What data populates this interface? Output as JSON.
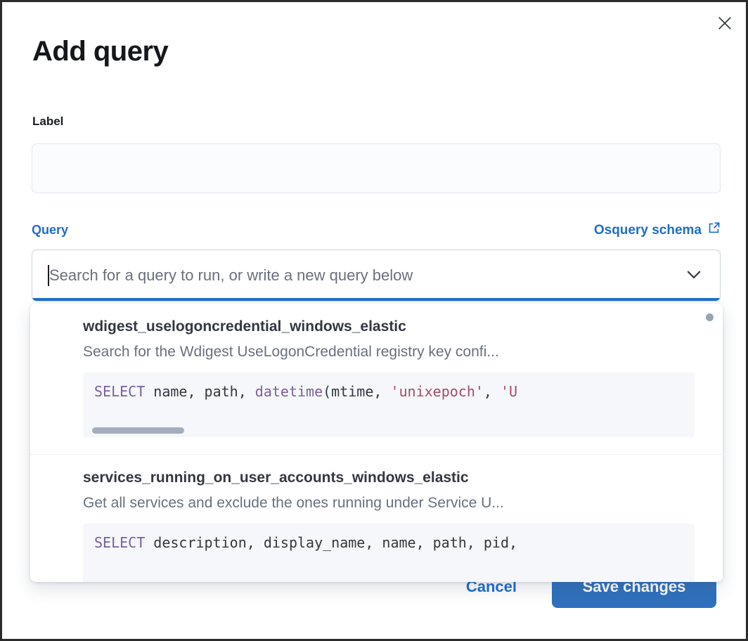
{
  "modal": {
    "title": "Add query"
  },
  "form": {
    "label_field": {
      "label": "Label",
      "value": ""
    },
    "query_field": {
      "label": "Query",
      "schema_link_label": "Osquery schema",
      "placeholder": "Search for a query to run, or write a new query below"
    }
  },
  "dropdown": {
    "options": [
      {
        "title": "wdigest_uselogoncredential_windows_elastic",
        "description": "Search for the Wdigest UseLogonCredential registry key confi...",
        "code_tokens": [
          {
            "type": "keyword",
            "text": "SELECT"
          },
          {
            "type": "plain",
            "text": " name, path, "
          },
          {
            "type": "keyword",
            "text": "datetime"
          },
          {
            "type": "plain",
            "text": "(mtime, "
          },
          {
            "type": "string",
            "text": "'unixepoch'"
          },
          {
            "type": "plain",
            "text": ", "
          },
          {
            "type": "string",
            "text": "'U"
          }
        ],
        "has_hscrollbar": true
      },
      {
        "title": "services_running_on_user_accounts_windows_elastic",
        "description": "Get all services and exclude the ones running under Service U...",
        "code_tokens": [
          {
            "type": "keyword",
            "text": "SELECT"
          },
          {
            "type": "plain",
            "text": " description, display_name, name, path, pid,"
          }
        ],
        "has_hscrollbar": false
      }
    ]
  },
  "footer": {
    "cancel_label": "Cancel",
    "save_label": "Save changes"
  },
  "colors": {
    "blue": "#1e6dcb",
    "button-bg": "#2f70bd",
    "keyword": "#7c609c",
    "string": "#aa4a68",
    "text": "#343741",
    "text-subdued": "#69707d",
    "code-bg": "#f5f7fa"
  }
}
